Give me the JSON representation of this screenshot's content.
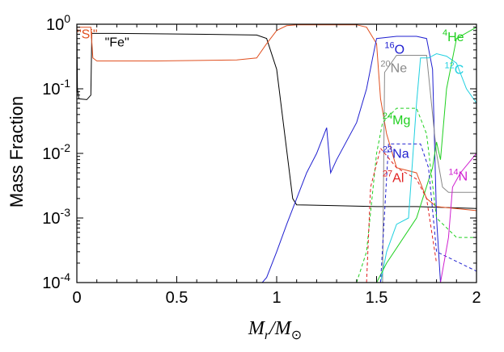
{
  "chart_data": {
    "type": "line",
    "ylabel": "Mass Fraction",
    "xlabel_main": "M",
    "xlabel_sub": "r",
    "xlabel_sep": "/",
    "xlabel_den": "M",
    "xlabel_den_sub": "⊙",
    "xlim": [
      0,
      2
    ],
    "ylim": [
      0.0001,
      1
    ],
    "yscale": "log",
    "grid": false,
    "xticks": [
      {
        "v": 0,
        "label": "0"
      },
      {
        "v": 0.5,
        "label": "0.5"
      },
      {
        "v": 1,
        "label": "1"
      },
      {
        "v": 1.5,
        "label": "1.5"
      },
      {
        "v": 2,
        "label": "2"
      }
    ],
    "yticks": [
      {
        "v": 1,
        "base": "10",
        "exp": "0"
      },
      {
        "v": 0.1,
        "base": "10",
        "exp": "-1"
      },
      {
        "v": 0.01,
        "base": "10",
        "exp": "-2"
      },
      {
        "v": 0.001,
        "base": "10",
        "exp": "-3"
      },
      {
        "v": 0.0001,
        "base": "10",
        "exp": "-4"
      }
    ],
    "series": [
      {
        "name": "\"Fe\"",
        "color": "#000000",
        "dashed": false,
        "points": [
          [
            0,
            0.95
          ],
          [
            0.003,
            0.1
          ],
          [
            0.01,
            0.07
          ],
          [
            0.05,
            0.068
          ],
          [
            0.07,
            0.08
          ],
          [
            0.075,
            0.72
          ],
          [
            0.2,
            0.72
          ],
          [
            0.6,
            0.7
          ],
          [
            0.9,
            0.68
          ],
          [
            0.95,
            0.6
          ],
          [
            1.0,
            0.2
          ],
          [
            1.04,
            0.02
          ],
          [
            1.08,
            0.002
          ],
          [
            1.1,
            0.0016
          ],
          [
            1.3,
            0.00155
          ],
          [
            1.5,
            0.0015
          ],
          [
            1.7,
            0.0015
          ],
          [
            2.0,
            0.0014
          ]
        ]
      },
      {
        "name": "\"Si\"",
        "color": "#e05020",
        "dashed": false,
        "points": [
          [
            0,
            0.9
          ],
          [
            0.07,
            0.9
          ],
          [
            0.08,
            0.3
          ],
          [
            0.1,
            0.27
          ],
          [
            0.4,
            0.27
          ],
          [
            0.8,
            0.28
          ],
          [
            0.9,
            0.3
          ],
          [
            0.95,
            0.5
          ],
          [
            1.0,
            0.8
          ],
          [
            1.05,
            0.95
          ],
          [
            1.1,
            0.98
          ],
          [
            1.4,
            0.98
          ],
          [
            1.45,
            0.9
          ],
          [
            1.5,
            0.5
          ],
          [
            1.52,
            0.07
          ],
          [
            1.55,
            0.02
          ],
          [
            1.6,
            0.006
          ],
          [
            1.7,
            0.005
          ],
          [
            1.75,
            0.002
          ],
          [
            1.8,
            0.0015
          ],
          [
            2.0,
            0.0013
          ]
        ]
      },
      {
        "name": "O",
        "mass": "16",
        "color": "#2020d0",
        "dashed": false,
        "points": [
          [
            0.9,
            8e-05
          ],
          [
            0.95,
            0.00012
          ],
          [
            1.0,
            0.0003
          ],
          [
            1.05,
            0.0008
          ],
          [
            1.1,
            0.002
          ],
          [
            1.15,
            0.005
          ],
          [
            1.2,
            0.01
          ],
          [
            1.25,
            0.025
          ],
          [
            1.27,
            0.005
          ],
          [
            1.3,
            0.008
          ],
          [
            1.4,
            0.03
          ],
          [
            1.45,
            0.1
          ],
          [
            1.48,
            0.3
          ],
          [
            1.5,
            0.6
          ],
          [
            1.6,
            0.65
          ],
          [
            1.7,
            0.65
          ],
          [
            1.75,
            0.6
          ],
          [
            1.78,
            0.2
          ],
          [
            1.8,
            0.001
          ],
          [
            1.82,
            0.0001
          ]
        ]
      },
      {
        "name": "Ne",
        "mass": "20",
        "color": "#888888",
        "dashed": false,
        "points": [
          [
            1.53,
            0.0001
          ],
          [
            1.54,
            0.18
          ],
          [
            1.6,
            0.33
          ],
          [
            1.75,
            0.33
          ],
          [
            1.8,
            0.01
          ],
          [
            1.83,
            0.003
          ],
          [
            1.86,
            0.0025
          ],
          [
            1.9,
            0.0025
          ],
          [
            2.0,
            0.0025
          ]
        ]
      },
      {
        "name": "C",
        "mass": "12",
        "color": "#20d0e0",
        "dashed": false,
        "points": [
          [
            1.52,
            0.0001
          ],
          [
            1.55,
            0.0003
          ],
          [
            1.6,
            0.0008
          ],
          [
            1.66,
            0.001
          ],
          [
            1.7,
            0.06
          ],
          [
            1.72,
            0.3
          ],
          [
            1.76,
            0.3
          ],
          [
            1.8,
            0.35
          ],
          [
            1.85,
            0.32
          ],
          [
            1.9,
            0.25
          ],
          [
            1.95,
            0.1
          ],
          [
            2.0,
            0.06
          ]
        ]
      },
      {
        "name": "He",
        "mass": "4",
        "color": "#20d020",
        "dashed": false,
        "points": [
          [
            1.45,
            5e-05
          ],
          [
            1.55,
            0.0002
          ],
          [
            1.7,
            0.001
          ],
          [
            1.78,
            0.006
          ],
          [
            1.8,
            0.015
          ],
          [
            1.82,
            0.008
          ],
          [
            1.85,
            0.1
          ],
          [
            1.9,
            0.6
          ],
          [
            2.0,
            0.9
          ]
        ]
      },
      {
        "name": "Mg",
        "mass": "24",
        "color": "#20d020",
        "dashed": true,
        "points": [
          [
            1.4,
            0.0001
          ],
          [
            1.45,
            0.0003
          ],
          [
            1.5,
            0.01
          ],
          [
            1.53,
            0.03
          ],
          [
            1.6,
            0.05
          ],
          [
            1.7,
            0.05
          ],
          [
            1.75,
            0.02
          ],
          [
            1.8,
            0.001
          ],
          [
            1.9,
            0.0005
          ],
          [
            2.0,
            0.0005
          ]
        ]
      },
      {
        "name": "Na",
        "mass": "23",
        "color": "#2020d0",
        "dashed": true,
        "points": [
          [
            1.52,
            0.0001
          ],
          [
            1.56,
            0.014
          ],
          [
            1.72,
            0.014
          ],
          [
            1.76,
            0.006
          ],
          [
            1.8,
            0.0003
          ],
          [
            2.0,
            0.00015
          ]
        ]
      },
      {
        "name": "Al",
        "mass": "27",
        "color": "#e02020",
        "dashed": true,
        "points": [
          [
            1.45,
            0.0001
          ],
          [
            1.47,
            0.003
          ],
          [
            1.52,
            0.012
          ],
          [
            1.6,
            0.006
          ],
          [
            1.7,
            0.004
          ],
          [
            1.75,
            0.002
          ],
          [
            1.8,
            0.0002
          ]
        ]
      },
      {
        "name": "N",
        "mass": "14",
        "color": "#d020d0",
        "dashed": false,
        "points": [
          [
            1.82,
            0.0001
          ],
          [
            1.86,
            0.0005
          ],
          [
            1.88,
            0.003
          ],
          [
            1.92,
            0.005
          ],
          [
            2.0,
            0.01
          ]
        ]
      }
    ],
    "labels": [
      {
        "text": "\"Si\"",
        "color": "#e05020",
        "x": 0.0,
        "y": 0.6
      },
      {
        "text": "\"Fe\"",
        "color": "#000000",
        "x": 0.14,
        "y": 0.45
      },
      {
        "mass": "16",
        "text": "O",
        "color": "#2020d0",
        "x": 1.54,
        "y": 0.35
      },
      {
        "mass": "4",
        "text": "He",
        "color": "#20d020",
        "x": 1.83,
        "y": 0.55
      },
      {
        "mass": "20",
        "text": "Ne",
        "color": "#888888",
        "x": 1.52,
        "y": 0.18
      },
      {
        "mass": "12",
        "text": "C",
        "color": "#20d0e0",
        "x": 1.84,
        "y": 0.17
      },
      {
        "mass": "24",
        "text": "Mg",
        "color": "#20d020",
        "x": 1.53,
        "y": 0.028
      },
      {
        "mass": "23",
        "text": "Na",
        "color": "#2020d0",
        "x": 1.53,
        "y": 0.0085
      },
      {
        "mass": "27",
        "text": "Al",
        "color": "#e02020",
        "x": 1.53,
        "y": 0.0036
      },
      {
        "mass": "14",
        "text": "N",
        "color": "#d020d0",
        "x": 1.86,
        "y": 0.0038
      }
    ]
  }
}
